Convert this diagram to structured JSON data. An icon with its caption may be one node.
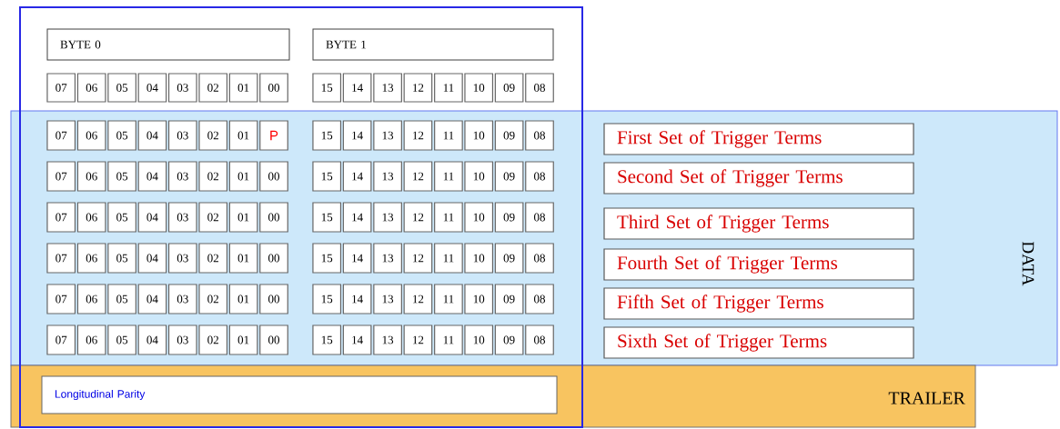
{
  "diagram": {
    "nodes": [
      {
        "text": [],
        "shape": "box"
      },
      {
        "text": [
          "BYTE 0"
        ],
        "in": 0
      },
      {
        "text": [
          "BYTE 1"
        ],
        "in": 0
      },
      {
        "text": [
          "07"
        ],
        "in": 0
      },
      {
        "text": [
          "06"
        ],
        "in": 0
      },
      {
        "text": [
          "05"
        ],
        "in": 0
      },
      {
        "text": [
          "04"
        ],
        "in": 0
      },
      {
        "text": [
          "03"
        ],
        "in": 0
      },
      {
        "text": [
          "02"
        ],
        "in": 0
      },
      {
        "text": [
          "01"
        ],
        "in": 0
      },
      {
        "text": [
          "00"
        ],
        "in": 0
      },
      {
        "text": [
          "15"
        ],
        "in": 0
      },
      {
        "text": [
          "14"
        ],
        "in": 0
      },
      {
        "text": [
          "13"
        ],
        "in": 0
      },
      {
        "text": [
          "12"
        ],
        "in": 0
      },
      {
        "text": [
          "11"
        ],
        "in": 0
      },
      {
        "text": [
          "10"
        ],
        "in": 0
      },
      {
        "text": [
          "09"
        ],
        "in": 0
      },
      {
        "text": [
          "08"
        ],
        "in": 0
      },
      {
        "text": [
          "DATA"
        ]
      },
      {
        "text": [
          "07"
        ]
      },
      {
        "text": [
          "06"
        ]
      },
      {
        "text": [
          "05"
        ]
      },
      {
        "text": [
          "04"
        ]
      },
      {
        "text": [
          "03"
        ]
      },
      {
        "text": [
          "02"
        ]
      },
      {
        "text": [
          "01"
        ]
      },
      {
        "text": [
          "P"
        ]
      },
      {
        "text": [
          "15"
        ]
      },
      {
        "text": [
          "14"
        ]
      },
      {
        "text": [
          "13"
        ]
      },
      {
        "text": [
          "12"
        ]
      },
      {
        "text": [
          "11"
        ]
      },
      {
        "text": [
          "10"
        ]
      },
      {
        "text": [
          "09"
        ]
      },
      {
        "text": [
          "08"
        ]
      },
      {
        "text": [
          "First Set of Trigger Terms"
        ],
        "in": 19
      },
      {
        "text": [
          "07"
        ]
      },
      {
        "text": [
          "06"
        ]
      },
      {
        "text": [
          "05"
        ]
      },
      {
        "text": [
          "04"
        ]
      },
      {
        "text": [
          "03"
        ]
      },
      {
        "text": [
          "02"
        ]
      },
      {
        "text": [
          "01"
        ]
      },
      {
        "text": [
          "00"
        ]
      },
      {
        "text": [
          "15"
        ]
      },
      {
        "text": [
          "14"
        ]
      },
      {
        "text": [
          "13"
        ]
      },
      {
        "text": [
          "12"
        ]
      },
      {
        "text": [
          "11"
        ]
      },
      {
        "text": [
          "10"
        ]
      },
      {
        "text": [
          "09"
        ]
      },
      {
        "text": [
          "08"
        ]
      },
      {
        "text": [
          "Second Set of Trigger Terms"
        ],
        "in": 19
      },
      {
        "text": [
          "07"
        ]
      },
      {
        "text": [
          "06"
        ]
      },
      {
        "text": [
          "05"
        ]
      },
      {
        "text": [
          "04"
        ]
      },
      {
        "text": [
          "03"
        ]
      },
      {
        "text": [
          "02"
        ]
      },
      {
        "text": [
          "01"
        ]
      },
      {
        "text": [
          "00"
        ]
      },
      {
        "text": [
          "15"
        ]
      },
      {
        "text": [
          "14"
        ]
      },
      {
        "text": [
          "13"
        ]
      },
      {
        "text": [
          "12"
        ]
      },
      {
        "text": [
          "11"
        ]
      },
      {
        "text": [
          "10"
        ]
      },
      {
        "text": [
          "09"
        ]
      },
      {
        "text": [
          "08"
        ]
      },
      {
        "text": [
          "Third Set of Trigger Terms"
        ],
        "in": 19
      },
      {
        "text": [
          "07"
        ]
      },
      {
        "text": [
          "06"
        ]
      },
      {
        "text": [
          "05"
        ]
      },
      {
        "text": [
          "04"
        ]
      },
      {
        "text": [
          "03"
        ]
      },
      {
        "text": [
          "02"
        ]
      },
      {
        "text": [
          "01"
        ]
      },
      {
        "text": [
          "00"
        ]
      },
      {
        "text": [
          "15"
        ]
      },
      {
        "text": [
          "14"
        ]
      },
      {
        "text": [
          "13"
        ]
      },
      {
        "text": [
          "12"
        ]
      },
      {
        "text": [
          "11"
        ]
      },
      {
        "text": [
          "10"
        ]
      },
      {
        "text": [
          "09"
        ]
      },
      {
        "text": [
          "08"
        ]
      },
      {
        "text": [
          "Fourth Set of Trigger Terms"
        ],
        "in": 19
      },
      {
        "text": [
          "07"
        ]
      },
      {
        "text": [
          "06"
        ]
      },
      {
        "text": [
          "05"
        ]
      },
      {
        "text": [
          "04"
        ]
      },
      {
        "text": [
          "03"
        ]
      },
      {
        "text": [
          "02"
        ]
      },
      {
        "text": [
          "01"
        ]
      },
      {
        "text": [
          "00"
        ]
      },
      {
        "text": [
          "15"
        ]
      },
      {
        "text": [
          "14"
        ]
      },
      {
        "text": [
          "13"
        ]
      },
      {
        "text": [
          "12"
        ]
      },
      {
        "text": [
          "11"
        ]
      },
      {
        "text": [
          "10"
        ]
      },
      {
        "text": [
          "09"
        ]
      },
      {
        "text": [
          "08"
        ]
      },
      {
        "text": [
          "Fifth Set of Trigger Terms"
        ],
        "in": 19
      },
      {
        "text": [
          "07"
        ]
      },
      {
        "text": [
          "06"
        ]
      },
      {
        "text": [
          "05"
        ]
      },
      {
        "text": [
          "04"
        ]
      },
      {
        "text": [
          "03"
        ]
      },
      {
        "text": [
          "02"
        ]
      },
      {
        "text": [
          "01"
        ]
      },
      {
        "text": [
          "00"
        ]
      },
      {
        "text": [
          "15"
        ]
      },
      {
        "text": [
          "14"
        ]
      },
      {
        "text": [
          "13"
        ]
      },
      {
        "text": [
          "12"
        ]
      },
      {
        "text": [
          "11"
        ]
      },
      {
        "text": [
          "10"
        ]
      },
      {
        "text": [
          "09"
        ]
      },
      {
        "text": [
          "08"
        ]
      },
      {
        "text": [
          "Sixth Set of Trigger Terms"
        ],
        "in": 19
      },
      {
        "text": [
          "TRAILER"
        ]
      },
      {
        "text": [
          "Longitudinal Parity"
        ]
      }
    ]
  }
}
